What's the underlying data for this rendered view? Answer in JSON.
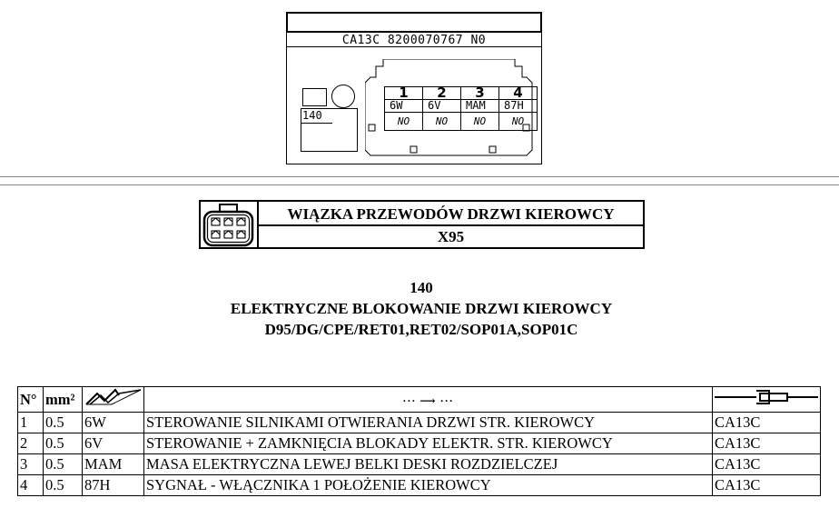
{
  "connector": {
    "reference": "CA13C  8200070767 N0",
    "component_label": "140",
    "pins": [
      {
        "number": "1",
        "code": "6W",
        "status": "NO"
      },
      {
        "number": "2",
        "code": "6V",
        "status": "NO"
      },
      {
        "number": "3",
        "code": "MAM",
        "status": "NO"
      },
      {
        "number": "4",
        "code": "87H",
        "status": "NO"
      }
    ]
  },
  "harness": {
    "name": "WIĄZKA PRZEWODÓW DRZWI KIEROWCY",
    "code": "X95",
    "icon": "connector-icon"
  },
  "circuit": {
    "number": "140",
    "title": "ELEKTRYCZNE BLOKOWANIE DRZWI KIEROWCY",
    "variants": "D95/DG/CPE/RET01,RET02/SOP01A,SOP01C"
  },
  "wire_table": {
    "headers": {
      "number": "N°",
      "section": "mm²",
      "wire_icon": "wire-icon",
      "direction": "···  ⟶  ···",
      "connector_icon": "connector-plug-icon"
    },
    "rows": [
      {
        "no": "1",
        "section": "0.5",
        "wire": "6W",
        "description": "STEROWANIE SILNIKAMI OTWIERANIA DRZWI STR. KIEROWCY",
        "connector": "CA13C"
      },
      {
        "no": "2",
        "section": "0.5",
        "wire": "6V",
        "description": "STEROWANIE + ZAMKNIĘCIA BLOKADY ELEKTR. STR. KIEROWCY",
        "connector": "CA13C"
      },
      {
        "no": "3",
        "section": "0.5",
        "wire": "MAM",
        "description": "MASA ELEKTRYCZNA LEWEJ BELKI DESKI ROZDZIELCZEJ",
        "connector": "CA13C"
      },
      {
        "no": "4",
        "section": "0.5",
        "wire": "87H",
        "description": "SYGNAŁ - WŁĄCZNIKA 1 POŁOŻENIE KIEROWCY",
        "connector": "CA13C"
      }
    ]
  }
}
